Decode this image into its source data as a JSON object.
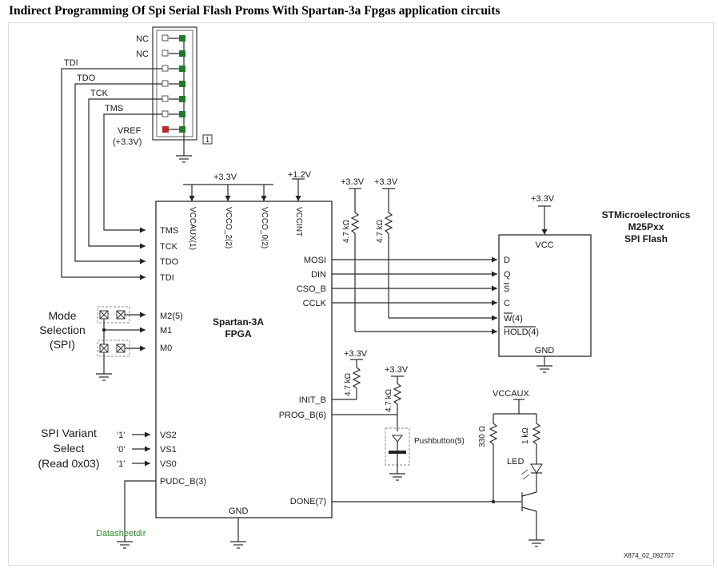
{
  "title": "Indirect Programming Of Spi Serial Flash Proms With Spartan-3a Fpgas application circuits",
  "jtag_header": {
    "pins": [
      "NC",
      "NC",
      "TDI",
      "TDO",
      "TCK",
      "TMS",
      "VREF"
    ],
    "vref": "(+3.3V)",
    "note": "1",
    "colors": {
      "pin_dot": "#1f7a2e",
      "vref_dot": "#b52a2a"
    }
  },
  "fpga": {
    "name_line1": "Spartan-3A",
    "name_line2": "FPGA",
    "supply_3v3": "+3.3V",
    "supply_1v2": "+1.2V",
    "power_pins": [
      "VCCAUX(1)",
      "VCCO_2(2)",
      "VCCO_0(2)",
      "VCCINT"
    ],
    "jtag_pins": [
      "TMS",
      "TCK",
      "TDO",
      "TDI"
    ],
    "mode_pins": [
      "M2(5)",
      "M1",
      "M0"
    ],
    "variant_pins": [
      "VS2",
      "VS1",
      "VS0"
    ],
    "pudc": "PUDC_B(3)",
    "gnd": "GND",
    "spi_pins": [
      "MOSI",
      "DIN",
      "CSO_B",
      "CCLK"
    ],
    "init": "INIT_B",
    "prog": "PROG_B(6)",
    "done": "DONE(7)"
  },
  "mode": {
    "label": [
      "Mode",
      "Selection",
      "(SPI)"
    ]
  },
  "variant": {
    "label": [
      "SPI Variant",
      "Select",
      "(Read 0x03)"
    ],
    "values": [
      "'1'",
      "'0'",
      "'1'"
    ]
  },
  "pullups": {
    "supply": "+3.3V",
    "resistor": "4.7 kΩ"
  },
  "flash": {
    "vendor": "STMicroelectronics",
    "part": "M25Pxx",
    "type": "SPI Flash",
    "supply": "+3.3V",
    "vcc": "VCC",
    "pins": [
      "D",
      "Q",
      "S",
      "C",
      "W(4)",
      "HOLD(4)"
    ],
    "gnd": "GND"
  },
  "pushbutton": {
    "label": "Pushbutton(5)"
  },
  "led_circuit": {
    "supply": "VCCAUX",
    "r1": "330 Ω",
    "r2": "1 kΩ",
    "led": "LED"
  },
  "watermark": "Datasheetdir",
  "figure_id": "X874_02_092707"
}
